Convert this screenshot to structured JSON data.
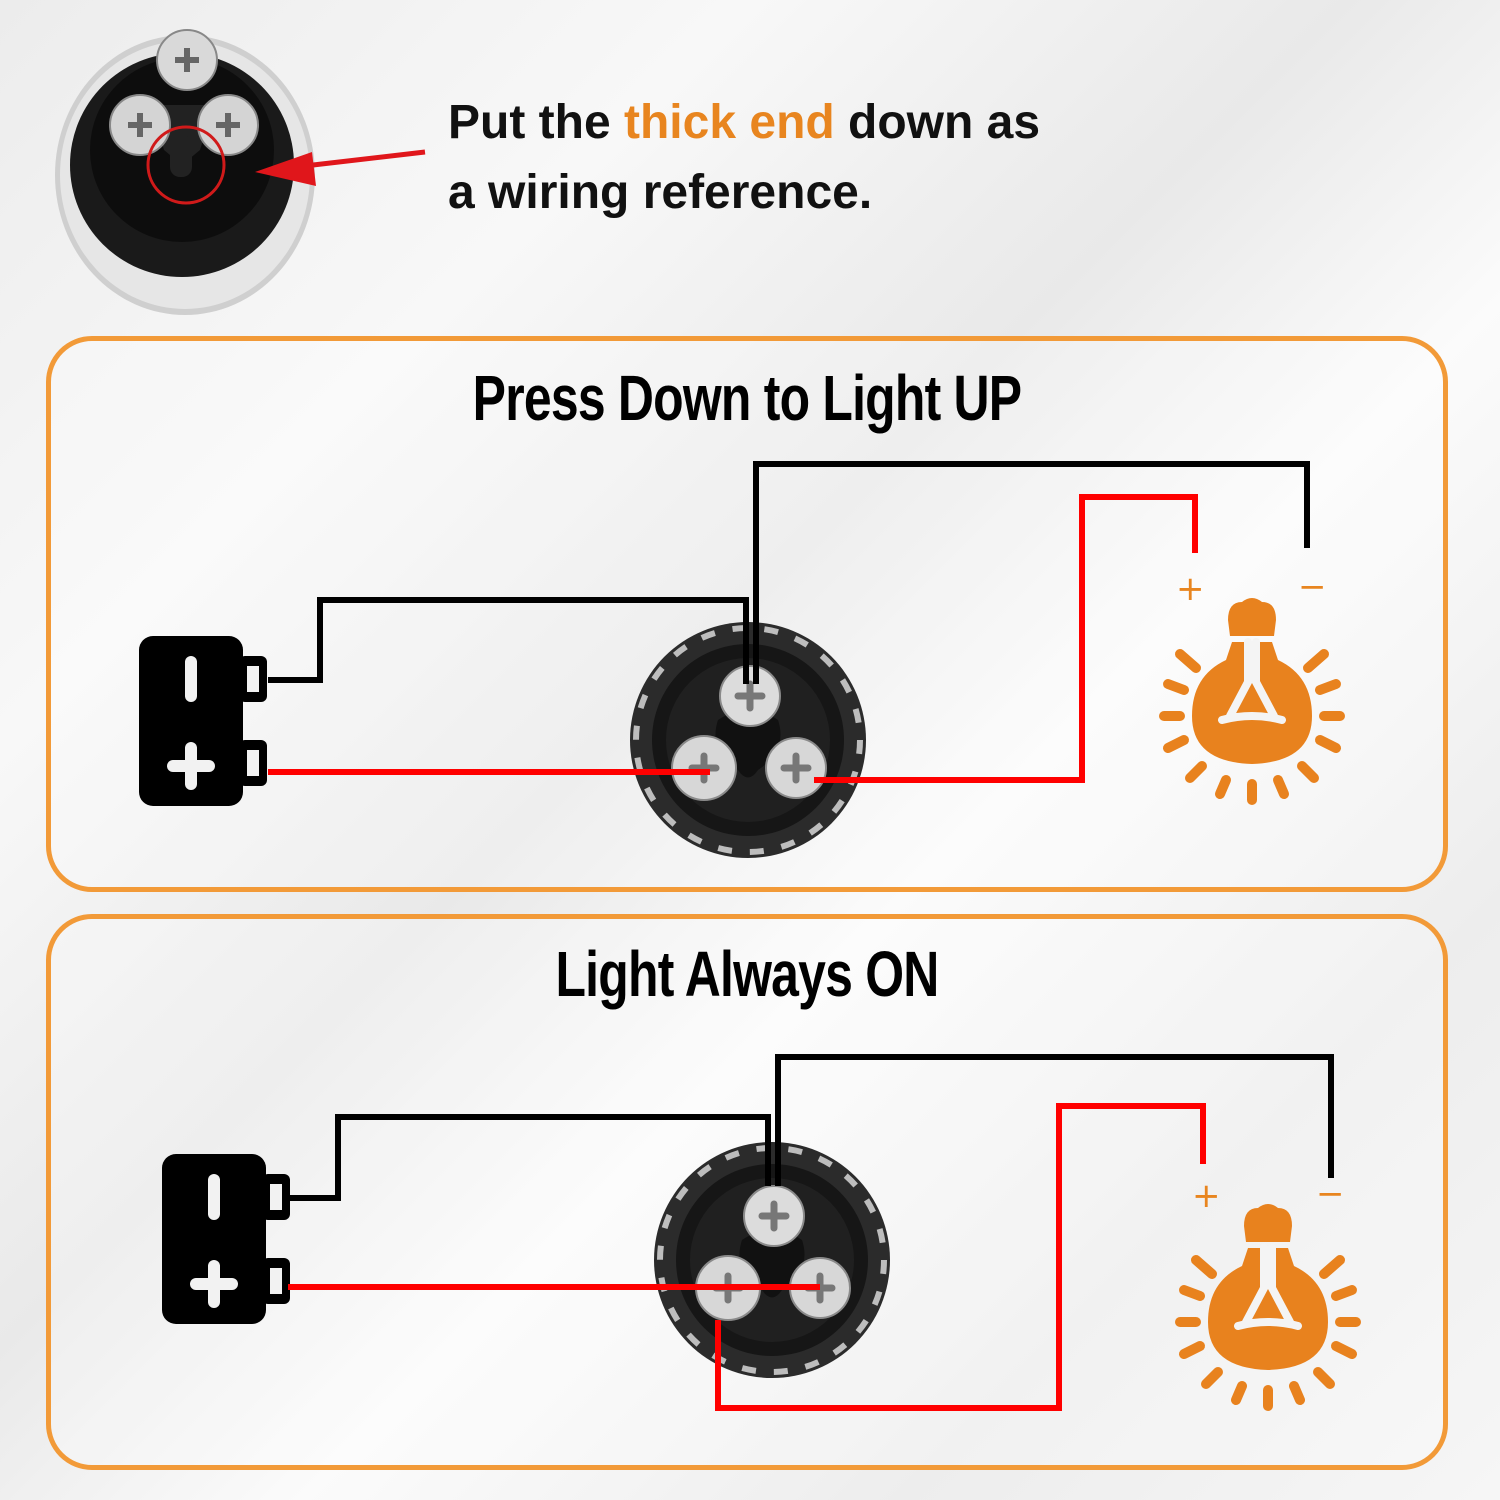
{
  "header": {
    "text_before": "Put the ",
    "text_accent": "thick end",
    "text_after": " down as",
    "text_line2": "a wiring reference.",
    "accent_color": "#e8851f"
  },
  "colors": {
    "panel_border": "#f29a38",
    "wire_positive": "#ff0000",
    "wire_negative": "#000000",
    "bulb": "#e8821e",
    "battery": "#000000"
  },
  "panels": [
    {
      "title": "Press Down to Light UP",
      "battery": {
        "minus_label": "−",
        "plus_label": "+"
      },
      "bulb": {
        "plus_label": "+",
        "minus_label": "−"
      }
    },
    {
      "title": "Light Always ON",
      "battery": {
        "minus_label": "−",
        "plus_label": "+"
      },
      "bulb": {
        "plus_label": "+",
        "minus_label": "−"
      }
    }
  ],
  "icons": [
    "switch-photo-icon",
    "arrow-icon",
    "battery-icon",
    "push-switch-icon",
    "light-bulb-icon"
  ]
}
